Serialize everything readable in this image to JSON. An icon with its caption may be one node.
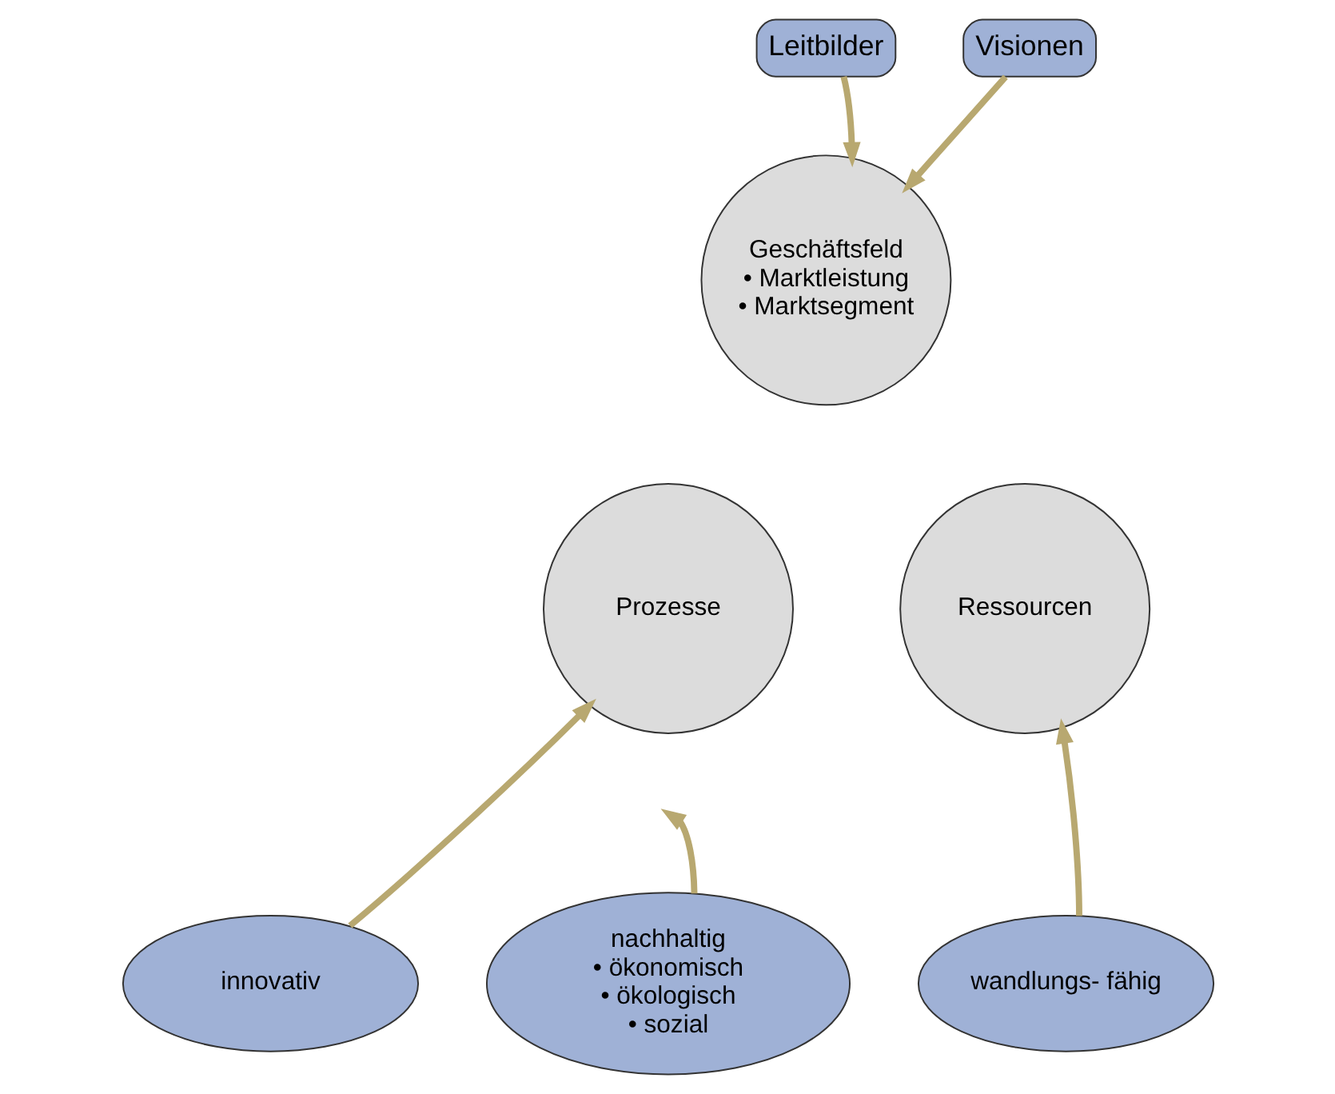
{
  "diagram": {
    "nodes": [
      {
        "text": [
          "Leitbilder"
        ]
      },
      {
        "text": [
          "Visionen"
        ]
      },
      {
        "text": [
          "Geschäftsfeld",
          "• Marktleistung",
          "• Marktsegment"
        ]
      },
      {
        "text": [
          "Prozesse"
        ]
      },
      {
        "text": [
          "Ressourcen"
        ]
      },
      {
        "text": [
          "innovativ"
        ]
      },
      {
        "text": [
          "nachhaltig",
          "• ökonomisch",
          "• ökologisch",
          "• sozial"
        ]
      },
      {
        "text": [
          "wandlungs- fähig"
        ]
      }
    ],
    "edges": [
      {
        "from": 0,
        "to": 2,
        "arrow": "to"
      },
      {
        "from": 1,
        "to": 2,
        "arrow": "to"
      },
      {
        "from": 5,
        "to": 3,
        "arrow": "to"
      },
      {
        "from": 6,
        "to": null,
        "arrow": "to"
      },
      {
        "from": 7,
        "to": 4,
        "arrow": "to"
      }
    ]
  }
}
